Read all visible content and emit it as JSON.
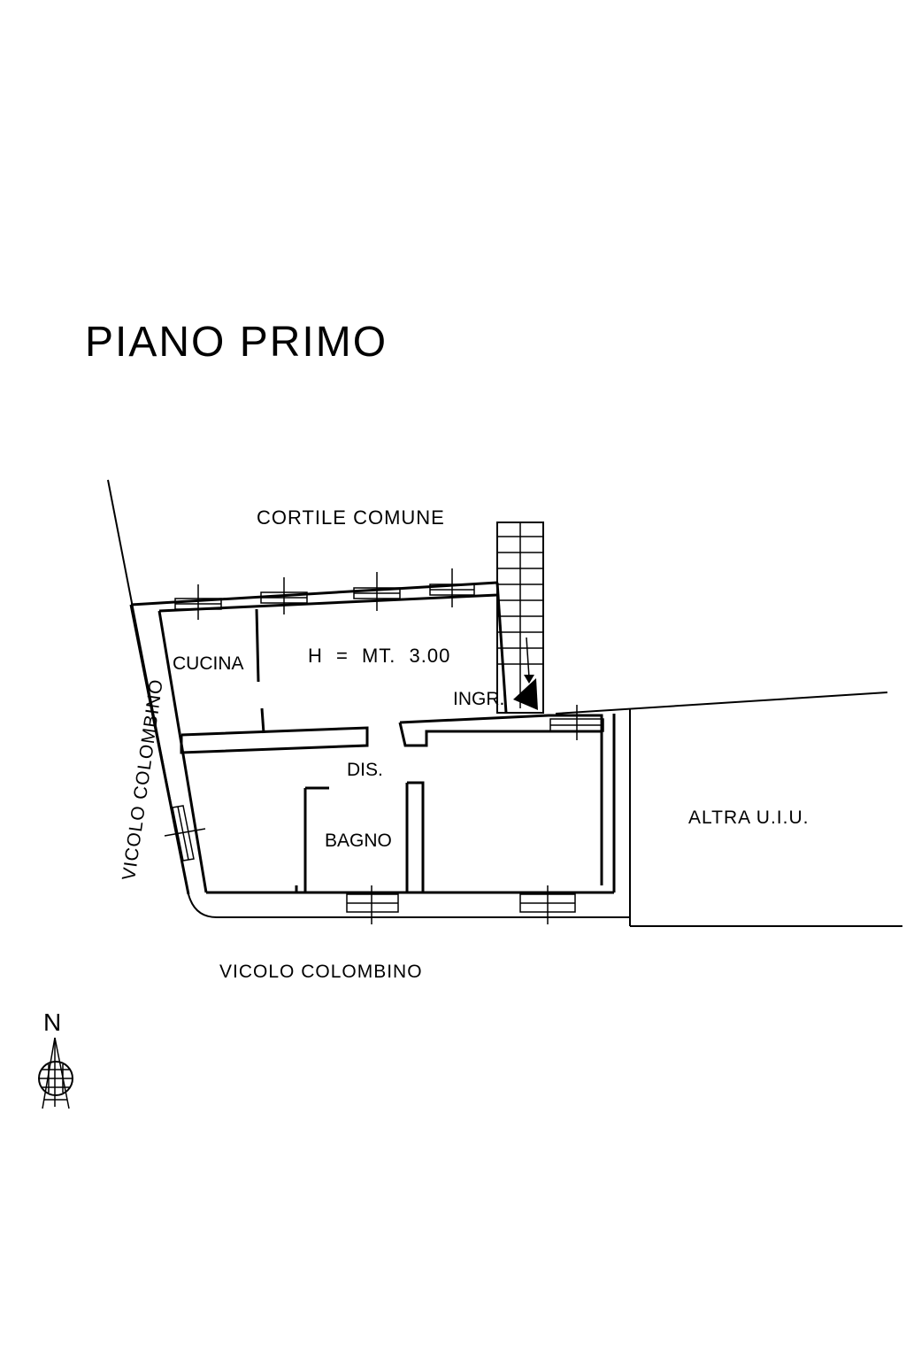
{
  "title": "PIANO PRIMO",
  "labels": {
    "cortile": "CORTILE COMUNE",
    "height": "H = MT. 3.00",
    "cucina": "CUCINA",
    "ingresso": "INGR.",
    "disimpegno": "DIS.",
    "bagno": "BAGNO",
    "altra_uiu": "ALTRA U.I.U.",
    "vicolo_side": "VICOLO COLOMBINO",
    "vicolo_bottom": "VICOLO COLOMBINO"
  },
  "compass": {
    "north_label": "N"
  },
  "colors": {
    "ink": "#000000",
    "paper": "#ffffff"
  }
}
